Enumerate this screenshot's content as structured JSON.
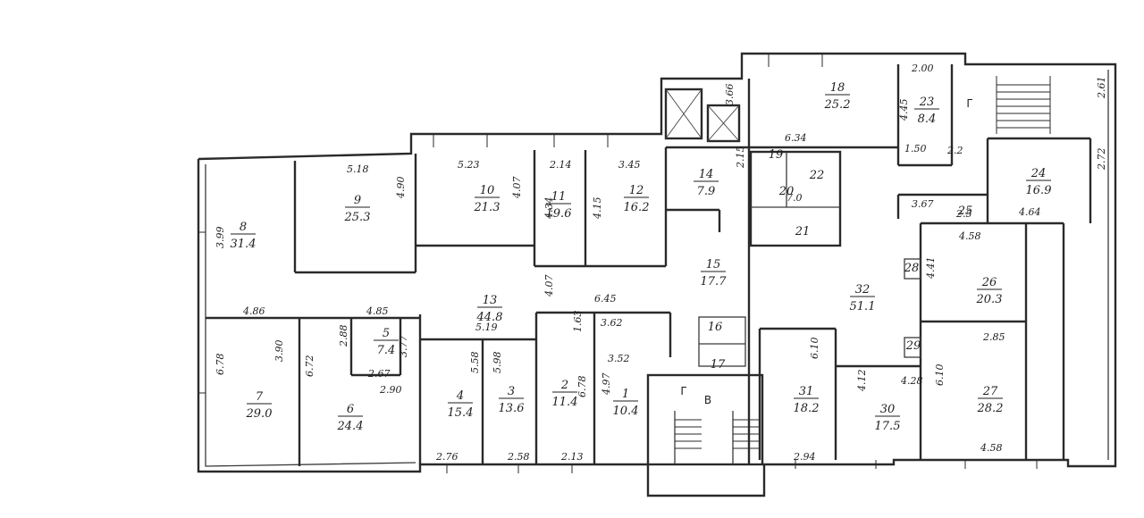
{
  "rooms": [
    {
      "id": "r1",
      "number": "1",
      "area": "10.4"
    },
    {
      "id": "r2",
      "number": "2",
      "area": "11.4"
    },
    {
      "id": "r3",
      "number": "3",
      "area": "13.6"
    },
    {
      "id": "r4",
      "number": "4",
      "area": "15.4"
    },
    {
      "id": "r5",
      "number": "5",
      "area": "7.4"
    },
    {
      "id": "r6",
      "number": "6",
      "area": "24.4"
    },
    {
      "id": "r7",
      "number": "7",
      "area": "29.0"
    },
    {
      "id": "r8",
      "number": "8",
      "area": "31.4"
    },
    {
      "id": "r9",
      "number": "9",
      "area": "25.3"
    },
    {
      "id": "r10",
      "number": "10",
      "area": "21.3"
    },
    {
      "id": "r11",
      "number": "11",
      "area": "19.6"
    },
    {
      "id": "r12",
      "number": "12",
      "area": "16.2"
    },
    {
      "id": "r13",
      "number": "13",
      "area": "44.8"
    },
    {
      "id": "r14",
      "number": "14",
      "area": "7.9"
    },
    {
      "id": "r15",
      "number": "15",
      "area": "17.7"
    },
    {
      "id": "r16",
      "number": "16",
      "area": ""
    },
    {
      "id": "r17",
      "number": "17",
      "area": ""
    },
    {
      "id": "r18",
      "number": "18",
      "area": "25.2"
    },
    {
      "id": "r19",
      "number": "19",
      "area": ""
    },
    {
      "id": "r20",
      "number": "20",
      "area": ""
    },
    {
      "id": "r21",
      "number": "21",
      "area": ""
    },
    {
      "id": "r22",
      "number": "22",
      "area": ""
    },
    {
      "id": "r23",
      "number": "23",
      "area": "8.4"
    },
    {
      "id": "r24",
      "number": "24",
      "area": "16.9"
    },
    {
      "id": "r25",
      "number": "25",
      "area": ""
    },
    {
      "id": "r26",
      "number": "26",
      "area": "20.3"
    },
    {
      "id": "r27",
      "number": "27",
      "area": "28.2"
    },
    {
      "id": "r28",
      "number": "28",
      "area": ""
    },
    {
      "id": "r29",
      "number": "29",
      "area": ""
    },
    {
      "id": "r30",
      "number": "30",
      "area": "17.5"
    },
    {
      "id": "r31",
      "number": "31",
      "area": "18.2"
    },
    {
      "id": "r32",
      "number": "32",
      "area": "51.1"
    }
  ],
  "dimensions": [
    "5.18",
    "5.23",
    "2.14",
    "3.45",
    "4.90",
    "4.07",
    "4.34",
    "4.15",
    "3.99",
    "4.86",
    "4.85",
    "6.78",
    "3.90",
    "6.72",
    "2.88",
    "2.67",
    "2.90",
    "3.77",
    "5.19",
    "5.58",
    "5.98",
    "4.07",
    "6.45",
    "3.62",
    "1.63",
    "3.52",
    "6.78",
    "4.97",
    "2.76",
    "2.58",
    "2.13",
    "3.66",
    "6.34",
    "2.00",
    "4.45",
    "1.50",
    "2.2",
    "3.67",
    "2.5",
    "4.64",
    "4.58",
    "2.85",
    "2.61",
    "2.72",
    "4.41",
    "6.10",
    "4.28",
    "4.12",
    "6.10",
    "4.58",
    "2.94",
    "2.15",
    "7.0"
  ],
  "letters": {
    "stair_b": "В",
    "stair_g1": "Г",
    "stair_g2": "Г"
  }
}
